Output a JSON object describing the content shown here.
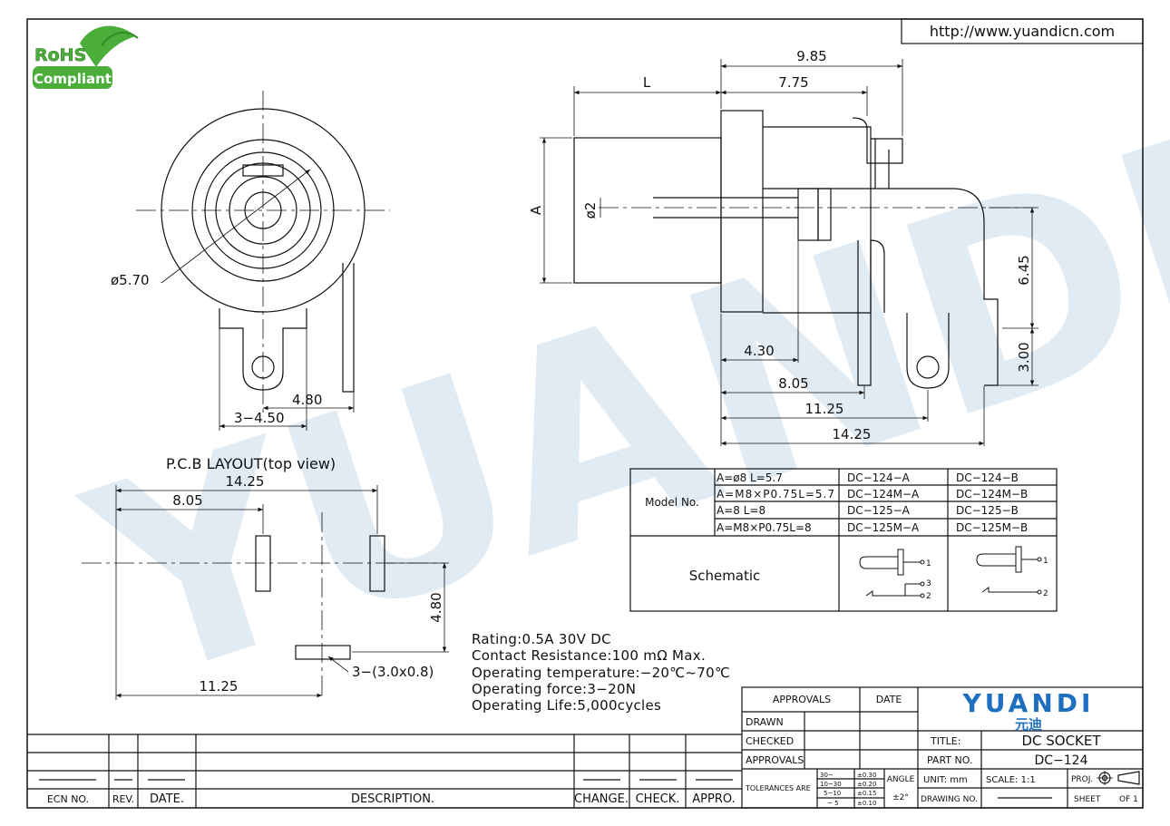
{
  "header": {
    "url": "http://www.yuandicn.com"
  },
  "logo": {
    "line1": "RoHS",
    "line2": "Compliant"
  },
  "watermark": {
    "text": "YUANDI"
  },
  "front_view": {
    "dia_label": "ø5.70",
    "dim_480": "4.80",
    "dim_3_450": "3−4.50"
  },
  "side_view": {
    "dim_L": "L",
    "dim_985": "9.85",
    "dim_775": "7.75",
    "dim_A": "A",
    "dim_phi2": "ø2",
    "dim_645": "6.45",
    "dim_300": "3.00",
    "dim_430": "4.30",
    "dim_805": "8.05",
    "dim_1125": "11.25",
    "dim_1425": "14.25"
  },
  "pcb_layout": {
    "title": "P.C.B LAYOUT(top view)",
    "dim_1425": "14.25",
    "dim_805": "8.05",
    "dim_480": "4.80",
    "dim_1125": "11.25",
    "hole_note": "3−(3.0x0.8)"
  },
  "model_table": {
    "model_label": "Model No.",
    "schematic_label": "Schematic",
    "rows": [
      {
        "spec": "A=ø8  L=5.7",
        "a": "DC−124−A",
        "b": "DC−124−B"
      },
      {
        "spec": "A=M8×P0.75L=5.7",
        "a": "DC−124M−A",
        "b": "DC−124M−B"
      },
      {
        "spec": "A=8  L=8",
        "a": "DC−125−A",
        "b": "DC−125−B"
      },
      {
        "spec": "A=M8×P0.75L=8",
        "a": "DC−125M−A",
        "b": "DC−125M−B"
      }
    ],
    "pins_a": [
      "1",
      "3",
      "2"
    ],
    "pins_b": [
      "1",
      "2"
    ]
  },
  "specs": {
    "rating": "Rating:0.5A  30V  DC",
    "contact": "Contact  Resistance:100  mΩ  Max.",
    "temperature": "Operating  temperature:−20℃~70℃",
    "force": "Operating  force:3−20N",
    "life": "Operating  Life:5,000cycles"
  },
  "title_block": {
    "approvals_hdr": "APPROVALS",
    "date_hdr": "DATE",
    "drawn": "DRAWN",
    "checked": "CHECKED",
    "approvals": "APPROVALS",
    "tolerances": "TOLERANCES ARE",
    "tol_ranges": [
      "30~",
      "10~30",
      "5~10",
      "~ 5"
    ],
    "tol_values": [
      "±0.30",
      "±0.20",
      "±0.15",
      "±0.10"
    ],
    "angle": "ANGLE",
    "angle_val": "±2°",
    "brand": "YUANDI",
    "brand_cn": "元迪",
    "title_label": "TITLE:",
    "title_value": "DC SOCKET",
    "part_label": "PART NO.",
    "part_value": "DC−124",
    "unit": "UNIT:  mm",
    "scale": "SCALE:   1:1",
    "proj": "PROJ.",
    "drawing_no": "DRAWING NO.",
    "sheet": "SHEET",
    "of": "OF 1"
  },
  "revision_block": {
    "ecn": "ECN  NO.",
    "rev": "REV.",
    "date": "DATE.",
    "description": "DESCRIPTION.",
    "change": "CHANGE.",
    "check": "CHECK.",
    "appro": "APPRO."
  }
}
